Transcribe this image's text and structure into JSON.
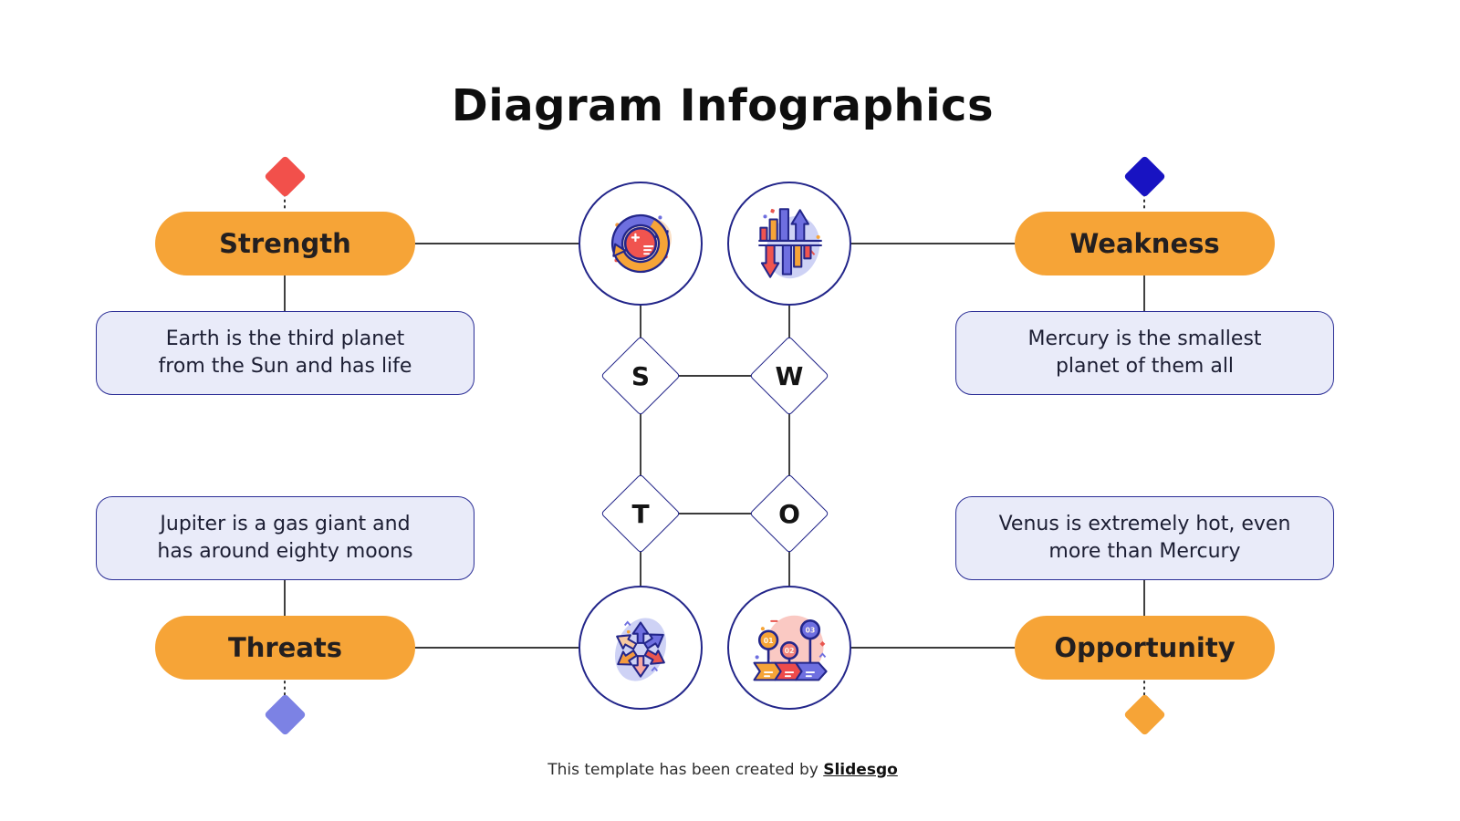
{
  "title": "Diagram Infographics",
  "footer": {
    "text": "This template has been created by ",
    "brand": "Slidesgo"
  },
  "colors": {
    "orange": "#F6A437",
    "navy": "#23268A",
    "line": "#1E1E1E",
    "box_fill": "#E9EBF9",
    "box_border": "#2B2E96",
    "text_dark": "#1C1E33",
    "title_color": "#0E0E0E"
  },
  "quadrants": [
    {
      "id": "strength",
      "label": "Strength",
      "letter": "S",
      "desc_line1": "Earth is the third planet",
      "desc_line2": "from the Sun and has life",
      "diamond_color": "#F2504B",
      "icon": "sync-arrows-icon"
    },
    {
      "id": "weakness",
      "label": "Weakness",
      "letter": "W",
      "desc_line1": "Mercury is the smallest",
      "desc_line2": "planet of them all",
      "diamond_color": "#1813C2",
      "icon": "diverging-bars-icon"
    },
    {
      "id": "threats",
      "label": "Threats",
      "letter": "T",
      "desc_line1": "Jupiter is a gas giant and",
      "desc_line2": "has around eighty moons",
      "diamond_color": "#7C82E4",
      "icon": "expand-arrows-icon"
    },
    {
      "id": "opportunity",
      "label": "Opportunity",
      "letter": "O",
      "desc_line1": "Venus is extremely hot, even",
      "desc_line2": "more than Mercury",
      "diamond_color": "#F6A437",
      "icon": "milestones-icon"
    }
  ],
  "milestones": [
    "01",
    "02",
    "03"
  ]
}
